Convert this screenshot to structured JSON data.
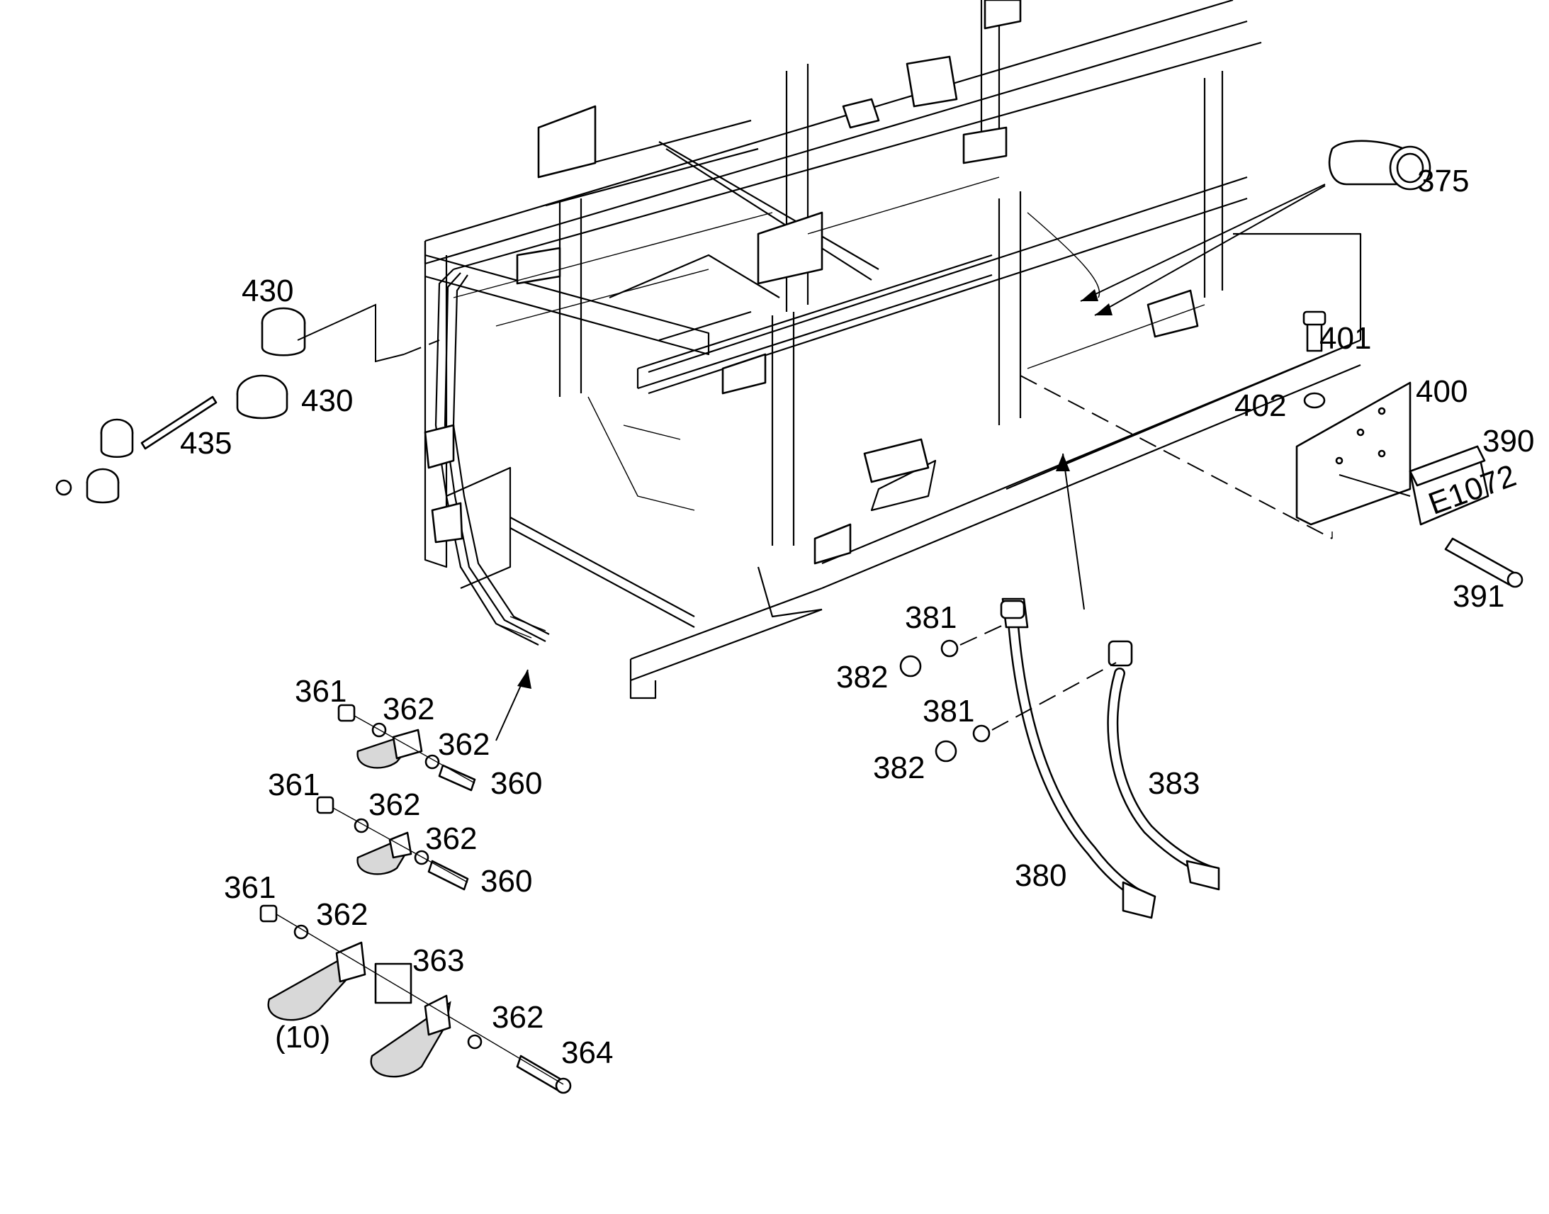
{
  "callouts": {
    "p375": "375",
    "p401": "401",
    "p400": "400",
    "p402": "402",
    "p390": "390",
    "p391": "391",
    "p430a": "430",
    "p430b": "430",
    "p435": "435",
    "p381a": "381",
    "p382a": "382",
    "p381b": "381",
    "p382b": "382",
    "p383": "383",
    "p380": "380",
    "p361a": "361",
    "p362a": "362",
    "p362b": "362",
    "p360a": "360",
    "p361b": "361",
    "p362c": "362",
    "p362d": "362",
    "p360b": "360",
    "p361c": "361",
    "p362e": "362",
    "p363": "363",
    "p362f": "362",
    "p364": "364",
    "p10": "(10)"
  },
  "relay_marking": "E1072"
}
